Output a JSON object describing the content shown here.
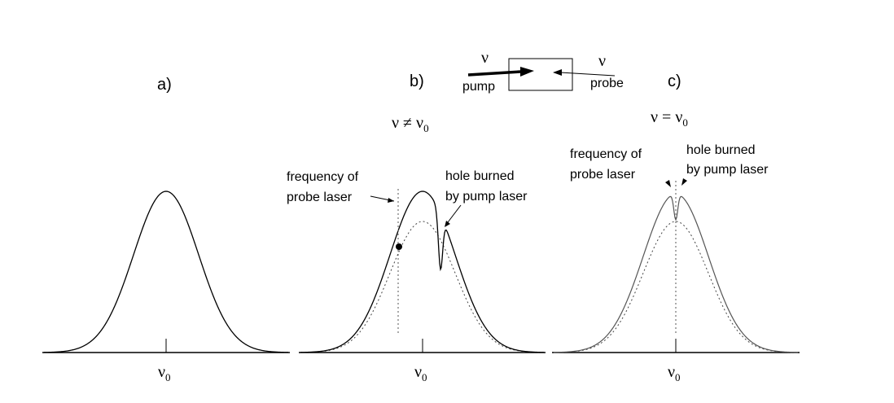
{
  "panels": {
    "a": {
      "label": "a)",
      "center_label": "ν",
      "center_sub": "0"
    },
    "b": {
      "label": "b)",
      "condition_main": "ν ≠ ν",
      "condition_sub": "0",
      "probe_label_line1": "frequency of",
      "probe_label_line2": "probe laser",
      "hole_label_line1": "hole burned",
      "hole_label_line2": "by pump laser",
      "center_label": "ν",
      "center_sub": "0"
    },
    "c": {
      "label": "c)",
      "condition_main": "ν = ν",
      "condition_sub": "0",
      "probe_label_line1": "frequency of",
      "probe_label_line2": "probe laser",
      "hole_label_line1": "hole burned",
      "hole_label_line2": "by pump laser",
      "center_label": "ν",
      "center_sub": "0"
    }
  },
  "setup": {
    "pump_symbol": "ν",
    "pump_label": "pump",
    "probe_symbol": "ν",
    "probe_label": "probe"
  }
}
